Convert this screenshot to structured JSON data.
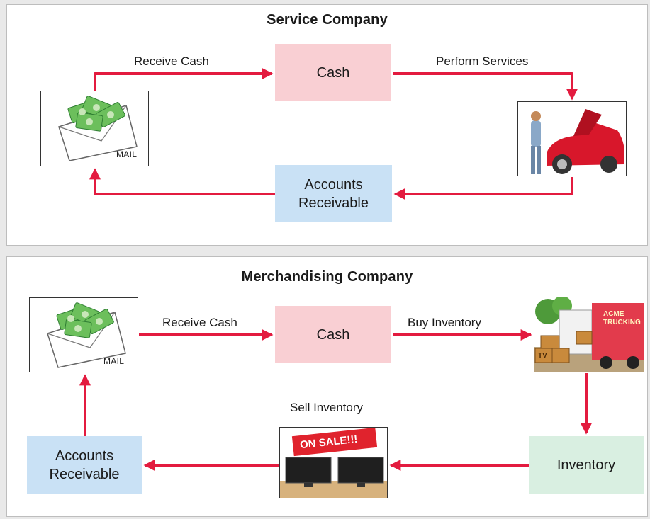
{
  "service": {
    "title": "Service Company",
    "cash": "Cash",
    "accounts_receivable": "Accounts\nReceivable",
    "receive_cash": "Receive Cash",
    "perform_services": "Perform Services",
    "mail_text": "MAIL"
  },
  "merchandising": {
    "title": "Merchandising Company",
    "cash": "Cash",
    "accounts_receivable": "Accounts\nReceivable",
    "inventory": "Inventory",
    "receive_cash": "Receive Cash",
    "buy_inventory": "Buy Inventory",
    "sell_inventory": "Sell Inventory",
    "mail_text": "MAIL",
    "sale_banner": "ON SALE!!!",
    "truck_text": "ACME TRUCKING",
    "box_text": "TV"
  },
  "colors": {
    "arrow": "#e31b3f",
    "cash_box": "#f9cfd3",
    "accounts_receivable_box": "#c9e1f5",
    "inventory_box": "#d9efe1",
    "money_green": "#5cb85c"
  }
}
